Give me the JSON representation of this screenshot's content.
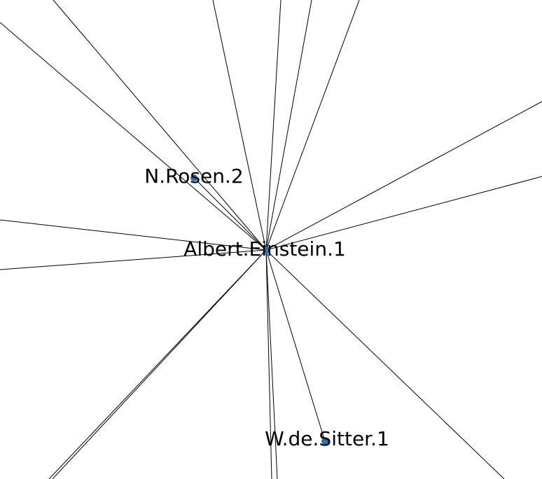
{
  "graph": {
    "node_color": "#1f77b4",
    "edge_color": "#000000",
    "nodes": [
      {
        "id": "einstein",
        "label": "Albert.Einstein.1"
      },
      {
        "id": "rosen",
        "label": "N.Rosen.2"
      },
      {
        "id": "desitter",
        "label": "W.de.Sitter.1"
      }
    ],
    "edges": [
      {
        "source": "einstein",
        "target": "rosen"
      },
      {
        "source": "einstein",
        "target": "desitter"
      }
    ]
  }
}
